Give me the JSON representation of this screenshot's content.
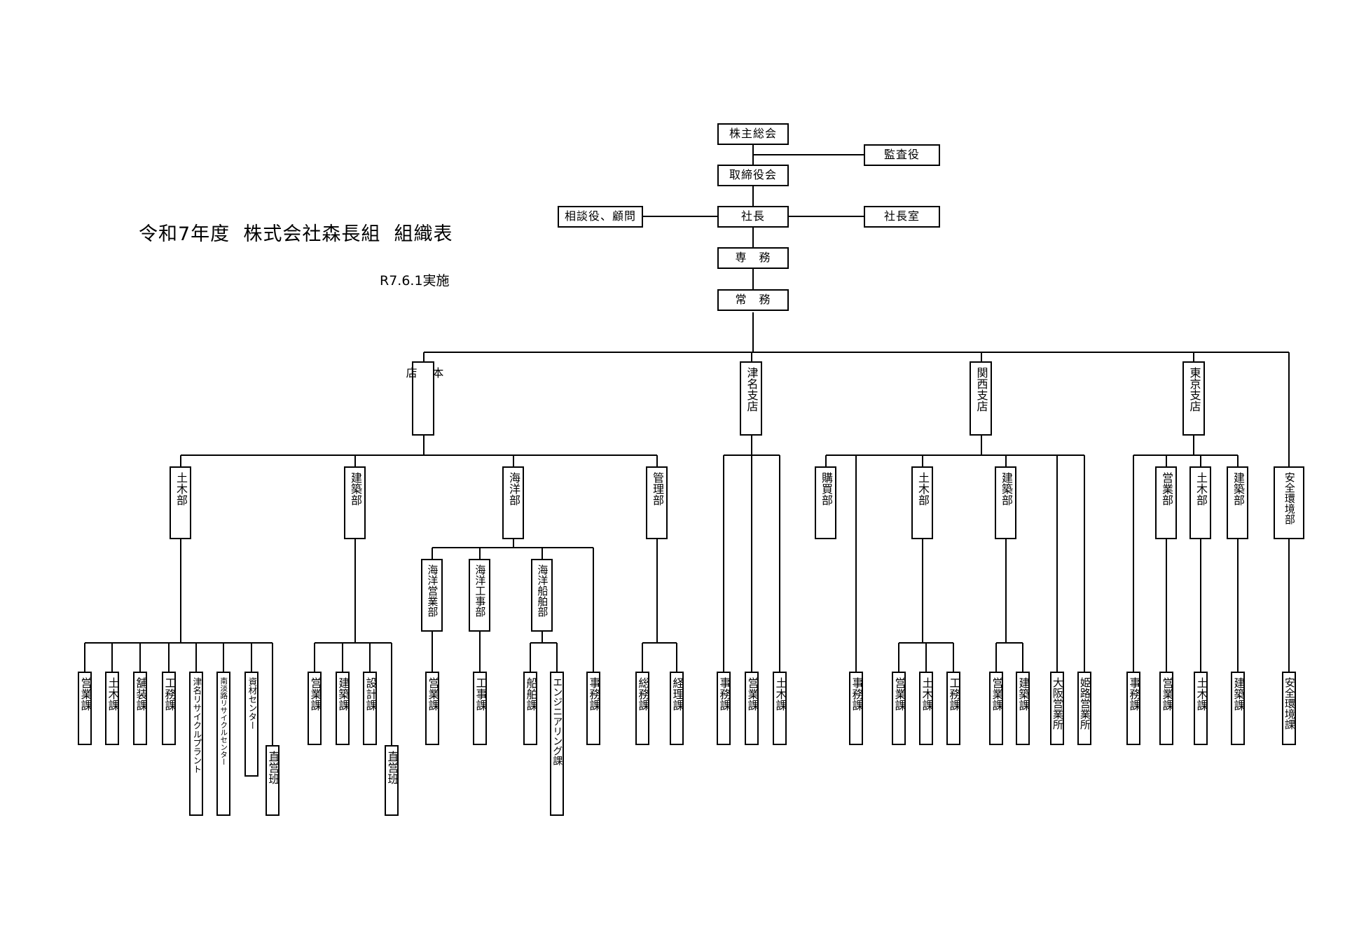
{
  "title": "令和7年度  株式会社森長組  組織表",
  "effective_date": "R7.6.1実施",
  "nodes": {
    "shareholders": "株主総会",
    "auditor": "監査役",
    "board": "取締役会",
    "advisors": "相談役、顧問",
    "president": "社長",
    "presidents_office": "社長室",
    "senmu": "専　務",
    "jomu": "常　務",
    "head_office": "本\n\n店",
    "tsuna_branch": "津名支店",
    "kansai_branch": "関西支店",
    "tokyo_branch": "東京支店",
    "ho_civil_dept": "土木部",
    "ho_arch_dept": "建築部",
    "ho_marine_dept": "海洋部",
    "ho_admin_dept": "管理部",
    "ho_civil_sales": "営業課",
    "ho_civil_civil": "土木課",
    "ho_civil_paving": "舗装課",
    "ho_civil_works": "工務課",
    "ho_civil_tsuna_recycle": "津名リサイクルプラント",
    "ho_civil_minami_recycle": "南淡路リサイクルセンター",
    "ho_civil_materials": "資材センター",
    "ho_civil_direct": "直営班",
    "ho_arch_sales": "営業課",
    "ho_arch_arch": "建築課",
    "ho_arch_design": "設計課",
    "ho_arch_direct": "直営班",
    "marine_sales_dept": "海洋営業部",
    "marine_works_dept": "海洋工事部",
    "marine_ship_dept": "海洋船舶部",
    "marine_sales_sec": "営業課",
    "marine_works_sec": "工事課",
    "marine_ship_sec": "船舶課",
    "marine_eng_sec": "エンジニアリング課",
    "marine_office_sec": "事務課",
    "admin_general": "総務課",
    "admin_accounting": "経理課",
    "tsuna_office": "事務課",
    "tsuna_sales": "営業課",
    "tsuna_civil": "土木課",
    "kansai_purchase_dept": "購買部",
    "kansai_office": "事務課",
    "kansai_civil_dept": "土木部",
    "kansai_arch_dept": "建築部",
    "kansai_civil_sales": "営業課",
    "kansai_civil_civil": "土木課",
    "kansai_civil_works": "工務課",
    "kansai_arch_sales": "営業課",
    "kansai_arch_arch": "建築課",
    "kansai_osaka": "大阪営業所",
    "kansai_himeji": "姫路営業所",
    "tokyo_office": "事務課",
    "tokyo_sales_dept": "営業部",
    "tokyo_civil_dept": "土木部",
    "tokyo_arch_dept": "建築部",
    "tokyo_sales_sec": "営業課",
    "tokyo_civil_sec": "土木課",
    "tokyo_arch_sec": "建築課",
    "safety_dept": "安全環境部",
    "safety_sec": "安全環境課"
  }
}
